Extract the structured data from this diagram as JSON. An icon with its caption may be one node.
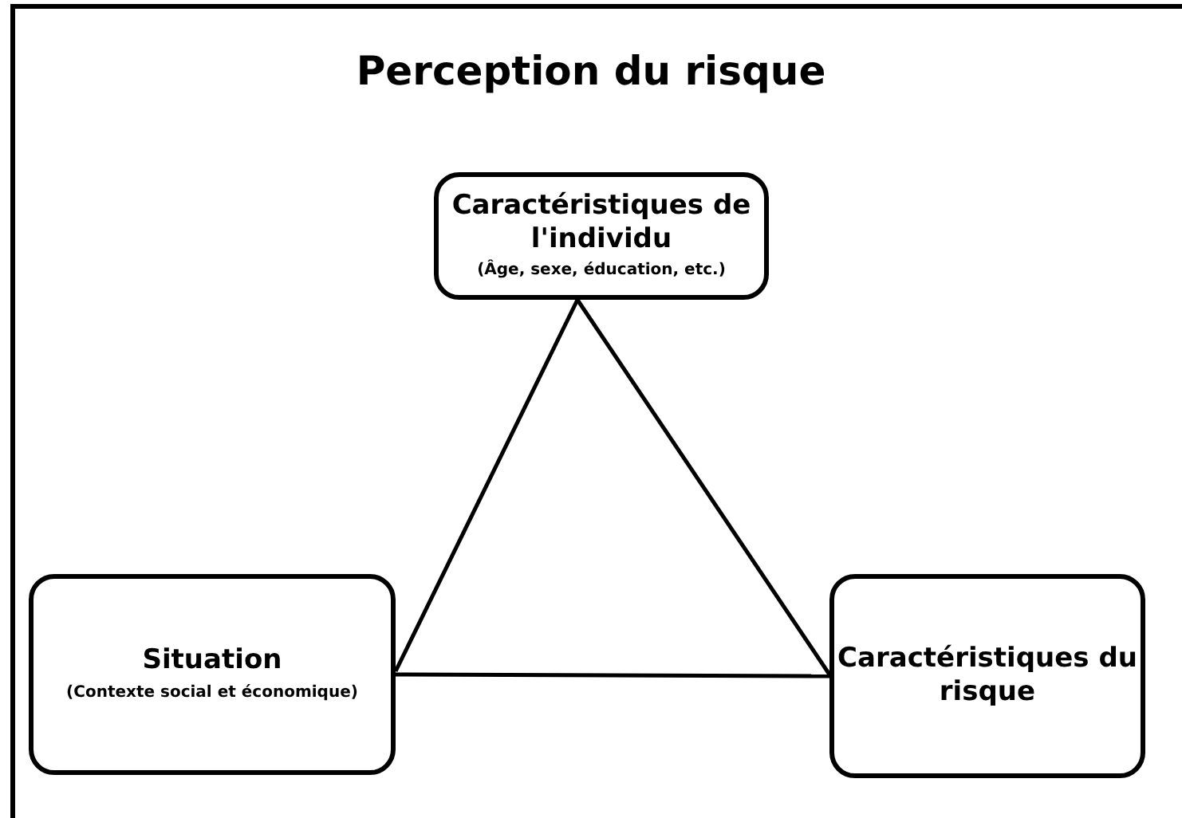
{
  "diagram": {
    "title": "Perception du risque",
    "nodes": [
      {
        "text": [
          "Caractéristiques de l'individu",
          "(Âge, sexe, éducation, etc.)"
        ]
      },
      {
        "text": [
          "Situation",
          "(Contexte social et économique)"
        ]
      },
      {
        "text": [
          "Caractéristiques du risque"
        ]
      }
    ],
    "edges": [
      {
        "from": 0,
        "to": 1,
        "arrow": "none"
      },
      {
        "from": 0,
        "to": 2,
        "arrow": "none"
      },
      {
        "from": 1,
        "to": 2,
        "arrow": "none"
      }
    ]
  }
}
